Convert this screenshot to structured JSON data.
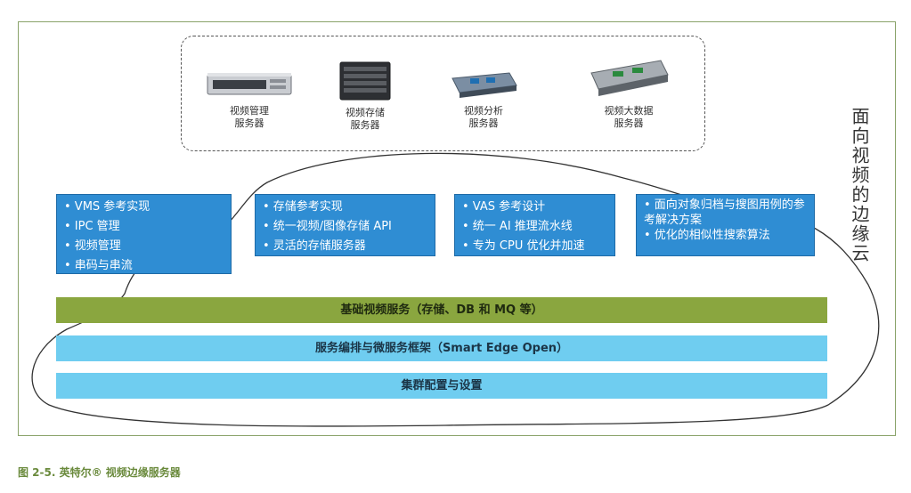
{
  "servers": [
    {
      "icon": "rack-server-icon",
      "label": "视频管理\n服务器"
    },
    {
      "icon": "storage-server-icon",
      "label": "视频存储\n服务器"
    },
    {
      "icon": "analytics-server-icon",
      "label": "视频分析\n服务器"
    },
    {
      "icon": "bigdata-server-icon",
      "label": "视频大数据\n服务器"
    }
  ],
  "vertical_label": "面向视频的边缘云",
  "boxes": [
    {
      "items": [
        "• VMS 参考实现",
        "• IPC 管理",
        "• 视频管理",
        "• 串码与串流"
      ]
    },
    {
      "items": [
        "• 存储参考实现",
        "• 统一视频/图像存储 API",
        "• 灵活的存储服务器"
      ]
    },
    {
      "items": [
        "• VAS 参考设计",
        "• 统一 AI 推理流水线",
        "• 专为 CPU 优化并加速"
      ]
    },
    {
      "items": [
        "• 面向对象归档与搜图用例的参考解决方案",
        "• 优化的相似性搜索算法"
      ]
    }
  ],
  "bars": {
    "base": "基础视频服务（存储、DB 和 MQ 等）",
    "orchestration": "服务编排与微服务框架（Smart Edge Open）",
    "cluster": "集群配置与设置"
  },
  "caption": "图 2-5. 英特尔® 视频边缘服务器",
  "colors": {
    "blue_box": "#2f8dd3",
    "green_bar": "#8aa63f",
    "light_blue_bar": "#6fcdf0",
    "frame": "#8aa36a"
  }
}
